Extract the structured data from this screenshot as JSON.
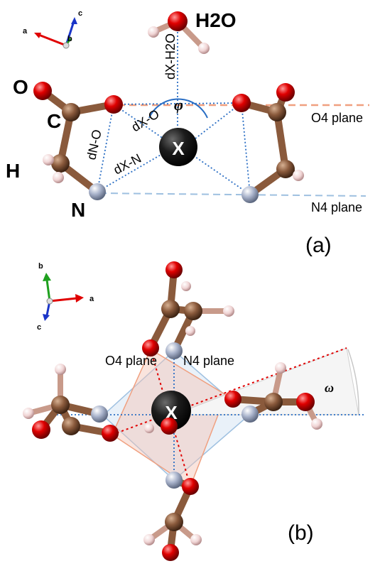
{
  "panel_a": {
    "label": "(a)",
    "atoms": {
      "oxygen": "O",
      "carbon": "C",
      "hydrogen": "H",
      "nitrogen": "N",
      "water": "H2O",
      "center": "X"
    },
    "distances": {
      "x_h2o": "dX-H2O",
      "x_o": "dX-O",
      "n_o": "dN-O",
      "x_n": "dX-N"
    },
    "angle": "φ",
    "planes": {
      "o4": "O4 plane",
      "n4": "N4 plane"
    },
    "axes": {
      "a": "a",
      "b": "b",
      "c": "c"
    }
  },
  "panel_b": {
    "label": "(b)",
    "center": "X",
    "angle": "ω",
    "planes": {
      "o4": "O4 plane",
      "n4": "N4 plane"
    },
    "axes": {
      "a": "a",
      "b": "b",
      "c": "c"
    }
  },
  "colors": {
    "oxygen": "#e00000",
    "carbon": "#8a5a3c",
    "nitrogen": "#a9b4cc",
    "hydrogen": "#f2d6d6",
    "center": "#1b1b1b",
    "o4_plane": "#f0b8a8",
    "n4_plane": "#b8cfe6"
  }
}
